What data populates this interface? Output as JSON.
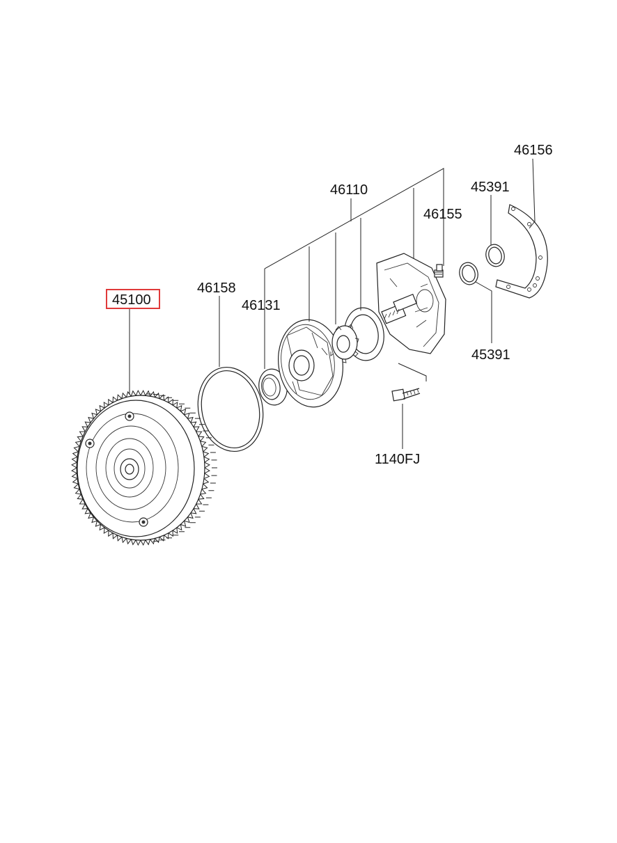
{
  "parts": [
    {
      "id": "p45100",
      "number": "45100",
      "highlighted": true
    },
    {
      "id": "p46158",
      "number": "46158"
    },
    {
      "id": "p46131",
      "number": "46131"
    },
    {
      "id": "p46110",
      "number": "46110"
    },
    {
      "id": "p46155",
      "number": "46155"
    },
    {
      "id": "p45391a",
      "number": "45391"
    },
    {
      "id": "p46156",
      "number": "46156"
    },
    {
      "id": "p45391b",
      "number": "45391"
    },
    {
      "id": "p1140FJ",
      "number": "1140FJ"
    }
  ],
  "colors": {
    "highlight": "#e03a3a",
    "line": "#222222",
    "text": "#111111"
  }
}
